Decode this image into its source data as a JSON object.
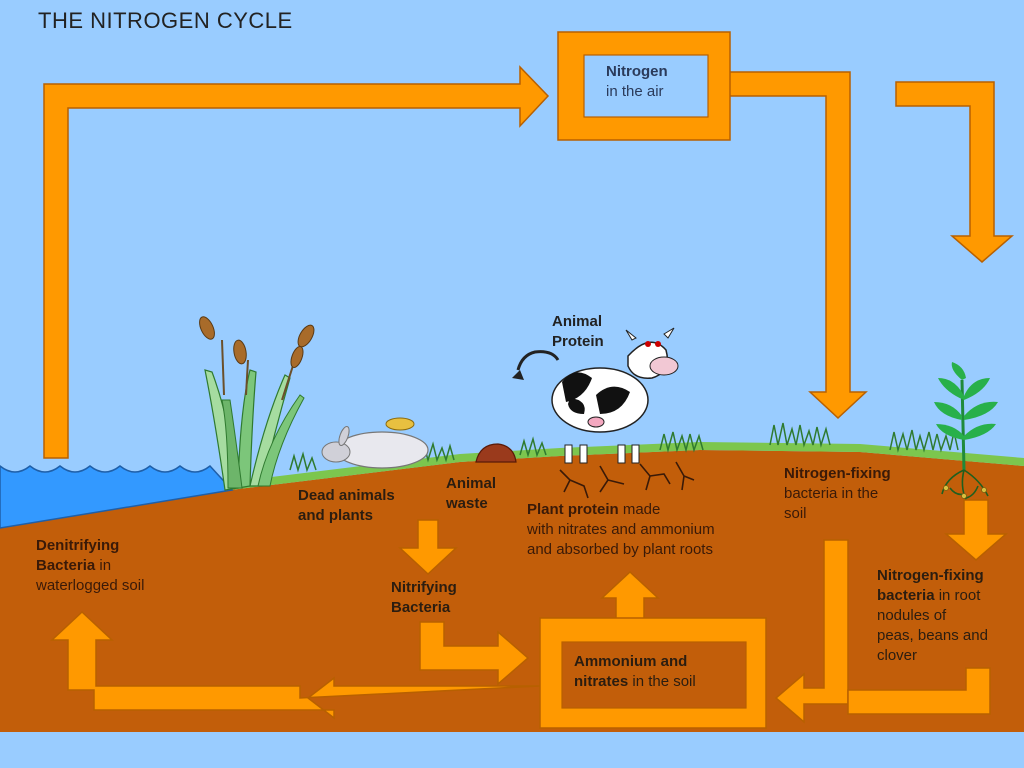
{
  "title": "THE NITROGEN CYCLE",
  "nodes": {
    "nitrogen_air": {
      "bold": "Nitrogen",
      "rest": "in the air"
    },
    "animal_protein": {
      "line1": "Animal",
      "line2": "Protein"
    },
    "dead_animals": {
      "line1": "Dead animals",
      "line2": "and plants"
    },
    "animal_waste": {
      "line1": "Animal",
      "line2": "waste"
    },
    "plant_protein": {
      "bold": "Plant protein",
      "rest1": " made",
      "line2": "with nitrates and ammonium",
      "line3": "and absorbed by plant roots"
    },
    "nfix_soil": {
      "bold": "Nitrogen-fixing",
      "line2": "bacteria in the",
      "line3": "soil"
    },
    "denitrifying": {
      "bold1": "Denitrifying",
      "bold2": "Bacteria",
      "rest2": " in",
      "line3": "waterlogged soil"
    },
    "nitrifying": {
      "line1": "Nitrifying",
      "line2": "Bacteria"
    },
    "ammonium": {
      "bold1": "Ammonium and",
      "bold2": "nitrates",
      "rest2": " in the soil"
    },
    "nfix_root": {
      "bold1": "Nitrogen-fixing",
      "bold2": "bacteria",
      "rest2": " in root",
      "line3": "nodules of",
      "line4": "peas, beans and",
      "line5": "clover"
    }
  },
  "colors": {
    "sky": "#99ccff",
    "soil": "#c25e0a",
    "arrow": "#ff9900",
    "arrow_outline": "#b86000",
    "water": "#3399ff",
    "grass": "#66cc44"
  }
}
